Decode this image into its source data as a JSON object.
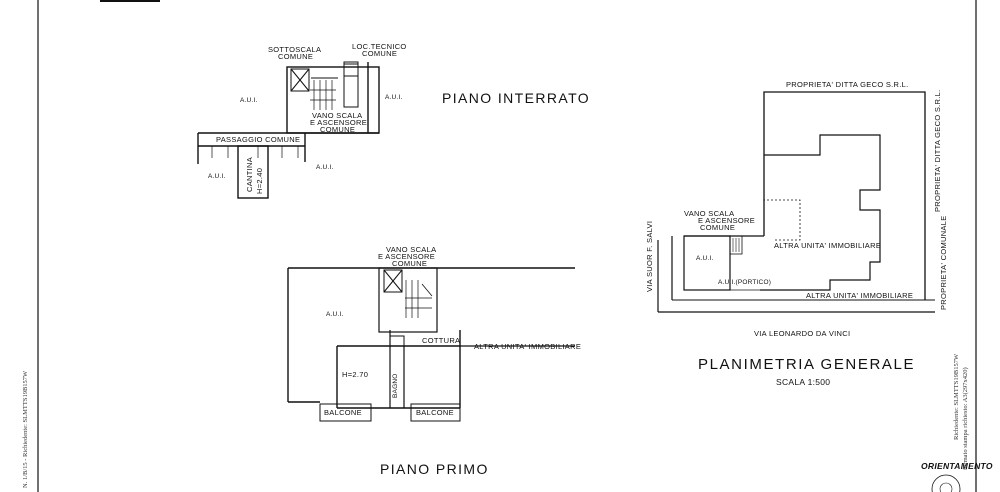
{
  "basement": {
    "title": "PIANO INTERRATO",
    "sottoscala": "SOTTOSCALA",
    "comune_1": "COMUNE",
    "loc_tecnico": "LOC.TECNICO",
    "comune_2": "COMUNE",
    "aui_left": "A.U.I.",
    "aui_right": "A.U.I.",
    "vano_scala": "VANO SCALA",
    "e_ascensore": "E ASCENSORE",
    "comune_3": "COMUNE",
    "passaggio": "PASSAGGIO COMUNE",
    "aui_bottom_left": "A.U.I.",
    "aui_bottom_right": "A.U.I.",
    "cantina": "CANTINA",
    "cantina_h": "H=2.40"
  },
  "first_floor": {
    "title": "PIANO PRIMO",
    "vano_scala": "VANO SCALA",
    "e_ascensore": "E ASCENSORE",
    "comune": "COMUNE",
    "aui": "A.U.I.",
    "cottura": "COTTURA",
    "altra_unita": "ALTRA UNITA' IMMOBILIARE",
    "height": "H=2.70",
    "bagno": "BAGNO",
    "balcone_left": "BALCONE",
    "balcone_right": "BALCONE"
  },
  "site_plan": {
    "title": "PLANIMETRIA GENERALE",
    "scale": "SCALA 1:500",
    "prop_geco_top": "PROPRIETA' DITTA GECO S.R.L.",
    "prop_geco_right": "PROPRIETA' DITTA GECO S.R.L.",
    "prop_comunale": "PROPRIETA' COMUNALE",
    "via_salvi": "VIA SUOR F. SALVI",
    "via_vinci": "VIA LEONARDO DA VINCI",
    "vano_scala": "VANO SCALA",
    "e_ascensore": "E ASCENSORE",
    "comune": "COMUNE",
    "aui": "A.U.I.",
    "aui_portico": "A.U.I.(PORTICO)",
    "altra_unita_1": "ALTRA UNITA' IMMOBILIARE",
    "altra_unita_2": "ALTRA UNITA' IMMOBILIARE"
  },
  "orientation": "ORIENTAMENTO",
  "side_text_left": "N. 1/B/15 - Richiedente: SLMTTS19B157W",
  "side_text_right_1": "Richiedente: SLMTTS19B157W",
  "side_text_right_2": "formato stampa richiesto: A3(297x420)"
}
